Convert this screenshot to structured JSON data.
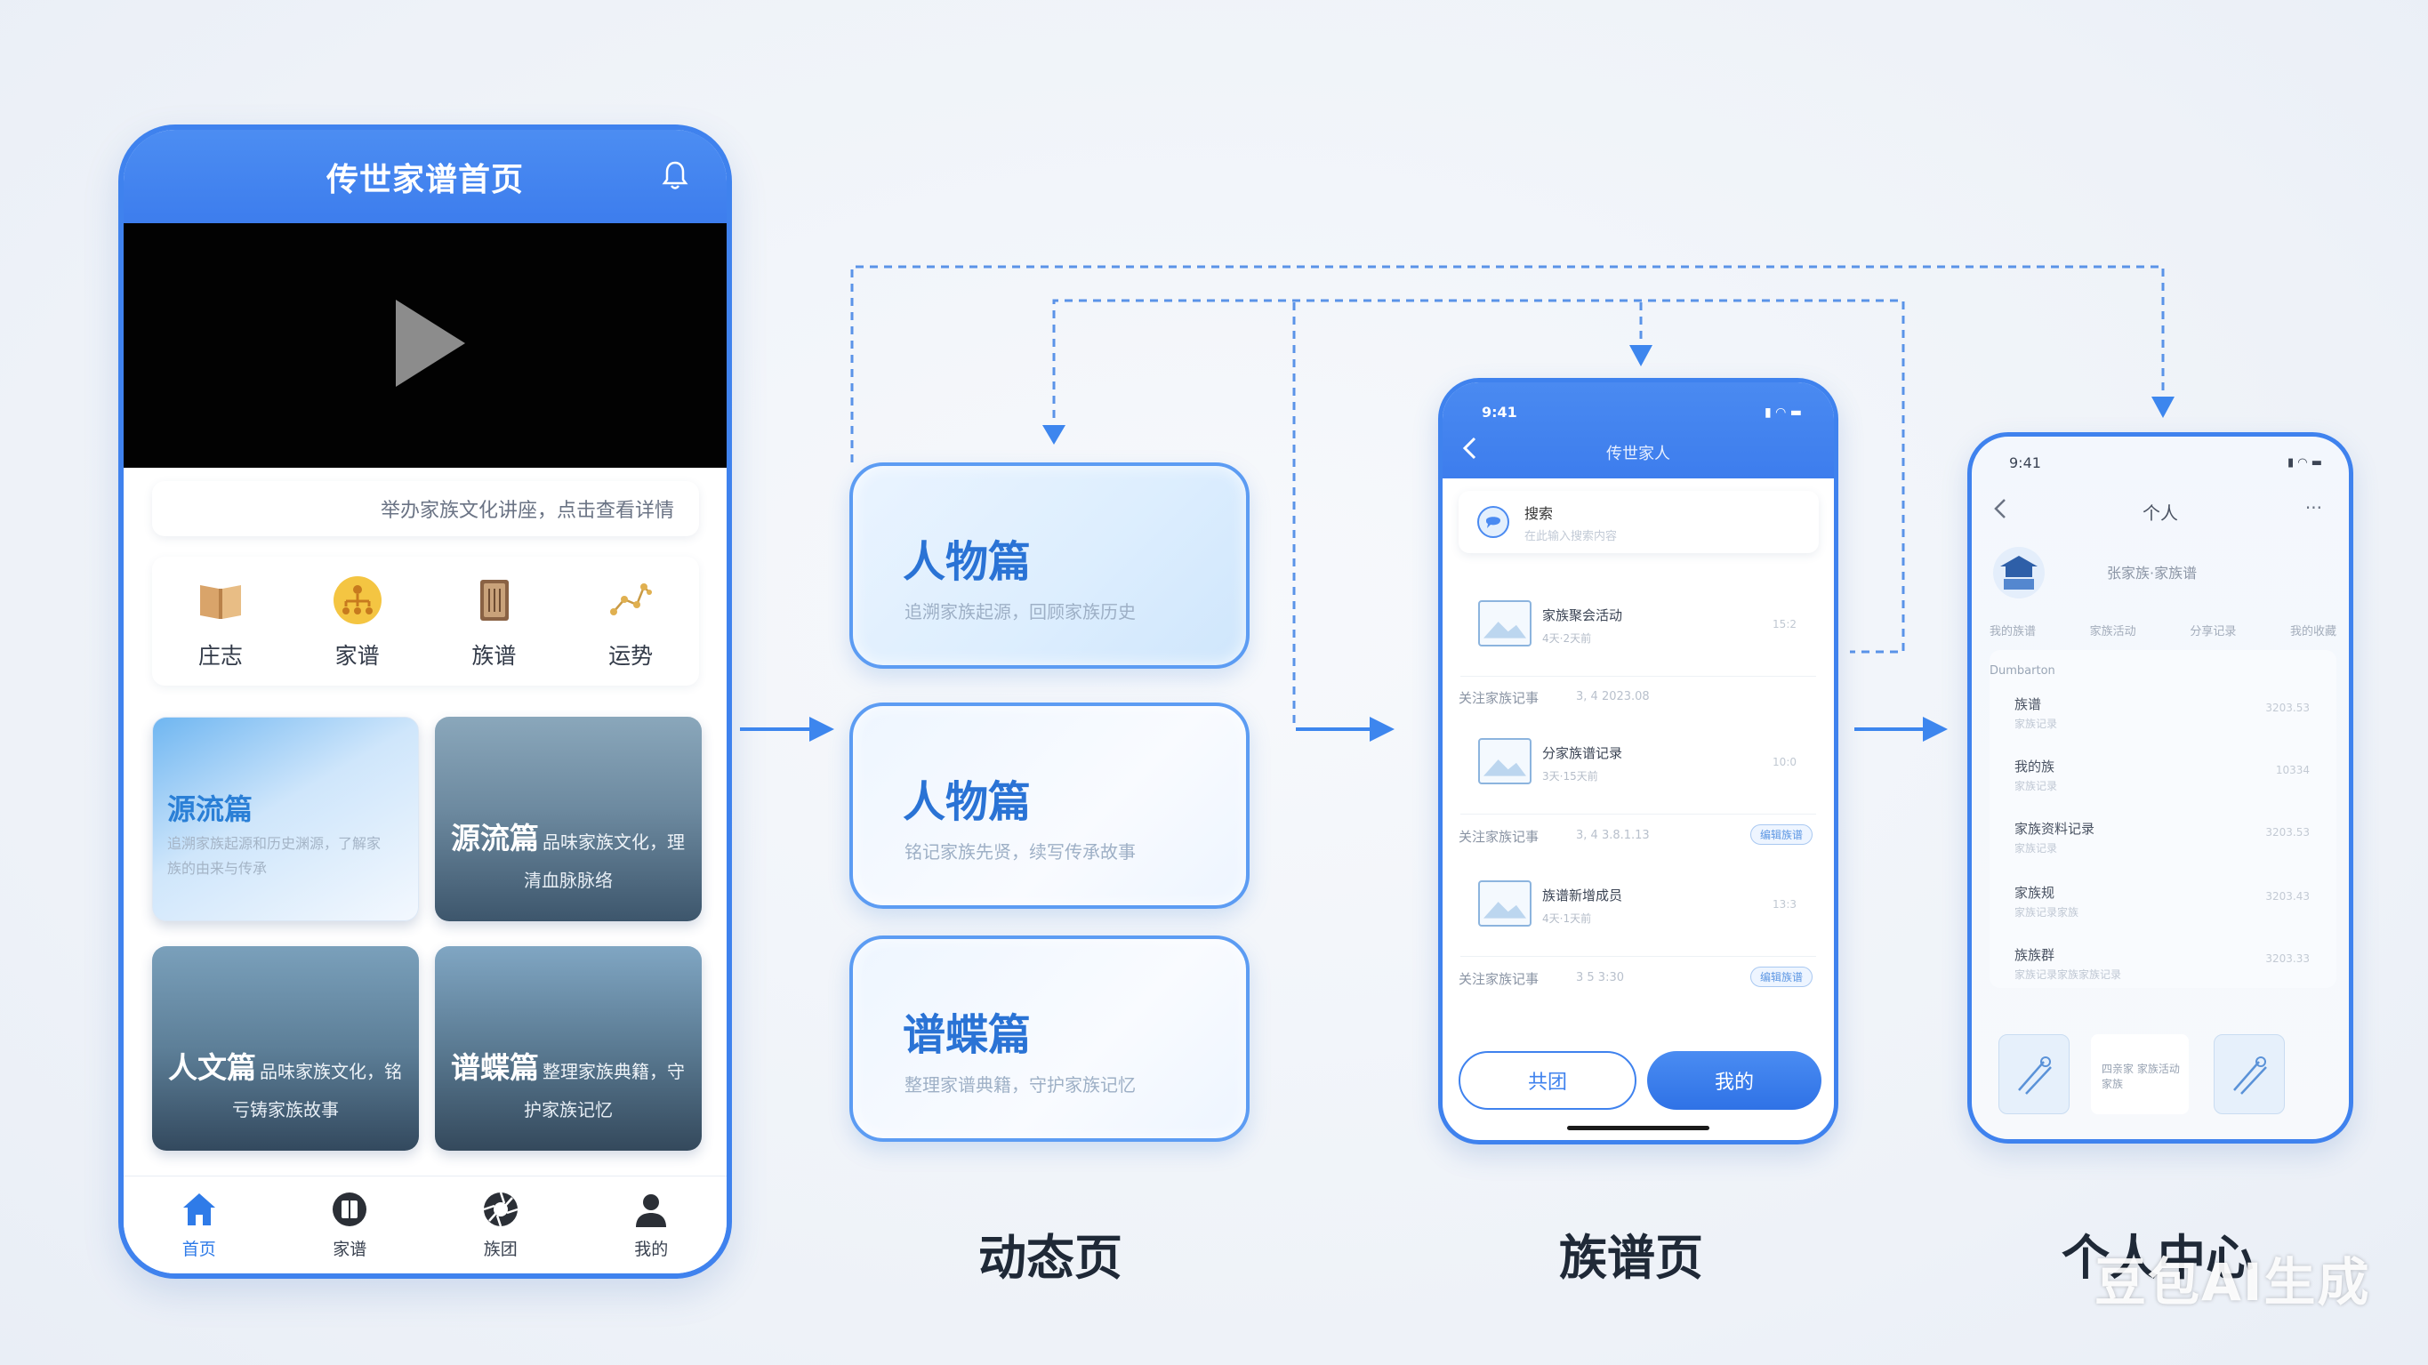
{
  "home": {
    "title": "传世家谱首页",
    "notice": "举办家族文化讲座，点击查看详情",
    "icons": [
      {
        "label": "庄志",
        "icon": "book-icon"
      },
      {
        "label": "家谱",
        "icon": "family-tree-icon"
      },
      {
        "label": "族谱",
        "icon": "genealogy-book-icon"
      },
      {
        "label": "运势",
        "icon": "constellation-icon"
      }
    ],
    "cards": [
      {
        "title": "源流篇",
        "subtitle": "追溯家族起源和历史渊源，了解家族的由来与传承"
      },
      {
        "title": "源流篇",
        "inline": "品味家族文化，理",
        "subtitle": "清血脉脉络"
      },
      {
        "title": "人文篇",
        "inline": "品味家族文化，铭",
        "subtitle": "亏铸家族故事"
      },
      {
        "title": "谱蝶篇",
        "inline": "整理家族典籍，守",
        "subtitle": "护家族记忆"
      }
    ],
    "tabs": [
      {
        "label": "首页",
        "icon": "home-icon",
        "active": true
      },
      {
        "label": "家谱",
        "icon": "book-tab-icon",
        "active": false
      },
      {
        "label": "族团",
        "icon": "aperture-icon",
        "active": false
      },
      {
        "label": "我的",
        "icon": "user-icon",
        "active": false
      }
    ]
  },
  "dynamic": {
    "label": "动态页",
    "cards": [
      {
        "title": "人物篇",
        "subtitle": "追溯家族起源，回顾家族历史"
      },
      {
        "title": "人物篇",
        "subtitle": "铭记家族先贤，续写传承故事"
      },
      {
        "title": "谱蝶篇",
        "subtitle": "整理家谱典籍，守护家族记忆"
      }
    ]
  },
  "tree": {
    "label": "族谱页",
    "time": "9:41",
    "status": "▮ ◠ ▬",
    "title": "传世家人",
    "search_title": "搜索",
    "search_sub": "在此输入搜索内容",
    "sections": [
      {
        "row": "关注家族记事",
        "date": "3, 4 2023.08",
        "items": [
          {
            "title": "家族聚会活动",
            "sub": "4天·2天前",
            "right": "15:2"
          },
          {
            "title": "分家族谱记录",
            "sub": "3天·15天前",
            "right": "10:0"
          }
        ],
        "tag": ""
      },
      {
        "row": "关注家族记事",
        "date": "3, 4 3.8.1.13",
        "items": [
          {
            "title": "族谱新增成员",
            "sub": "4天·1天前",
            "right": "13:3"
          }
        ],
        "tag": "编辑族谱"
      },
      {
        "row": "关注家族记事",
        "date": "3 5 3:30",
        "items": [],
        "tag": "编辑族谱"
      }
    ],
    "btn_ghost": "共团",
    "btn_solid": "我的"
  },
  "me": {
    "label": "个人中心",
    "time": "9:41",
    "status": "▮ ◠ ▬",
    "title": "个人",
    "more": "···",
    "name": "张家族·家族谱",
    "stats": [
      "我的族谱",
      "家族活动",
      "分享记录",
      "我的收藏"
    ],
    "panel_head": "Dumbarton",
    "items": [
      {
        "title": "族谱",
        "sub": "家族记录",
        "right": "3203.53"
      },
      {
        "title": "我的族",
        "sub": "家族记录",
        "right": "10334"
      },
      {
        "title": "家族资料记录",
        "sub": "家族记录",
        "right": "3203.53"
      },
      {
        "title": "家族规",
        "sub": "家族记录家族",
        "right": "3203.43"
      },
      {
        "title": "族族群",
        "sub": "家族记录家族家族记录",
        "right": "3203.33"
      }
    ],
    "tile_text": "四亲家 家族活动家族"
  },
  "watermark": "豆包AI生成",
  "colors": {
    "primary": "#3f82ee",
    "accent": "#2a73d5",
    "background": "#eef2f8"
  }
}
